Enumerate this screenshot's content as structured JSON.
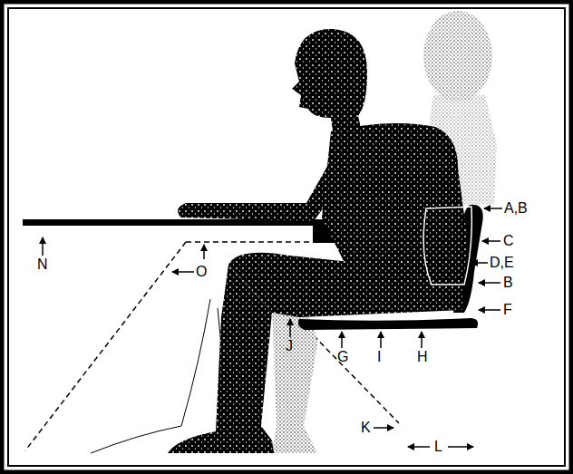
{
  "diagram": {
    "labels": [
      "A,B",
      "C",
      "D,E",
      "B",
      "F",
      "N",
      "O",
      "J",
      "G",
      "I",
      "H",
      "K",
      "L"
    ]
  }
}
